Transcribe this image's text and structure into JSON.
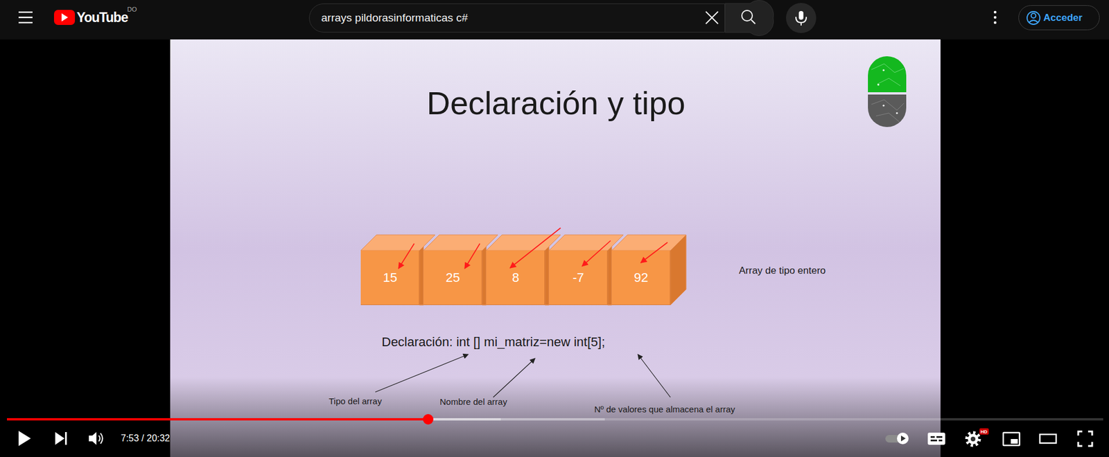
{
  "diagram": {
    "title": "Declaración y tipo",
    "nodes": [
      {
        "text": [
          "arrays pildorasinformaticas c#"
        ]
      },
      {
        "text": [
          "Acceder"
        ]
      },
      {
        "text": [
          "15"
        ]
      },
      {
        "text": [
          "25"
        ]
      },
      {
        "text": [
          "8"
        ]
      },
      {
        "text": [
          "-7"
        ]
      },
      {
        "text": [
          "92"
        ]
      }
    ],
    "labels": [
      "YouTube",
      "DO",
      "Declaración: int [] mi_matriz=new int[5];",
      "Array de tipo entero",
      "Tipo del array",
      "Nombre del array",
      "Nº de valores que almacena el array",
      "7:53 / 20:32",
      "HD"
    ]
  }
}
